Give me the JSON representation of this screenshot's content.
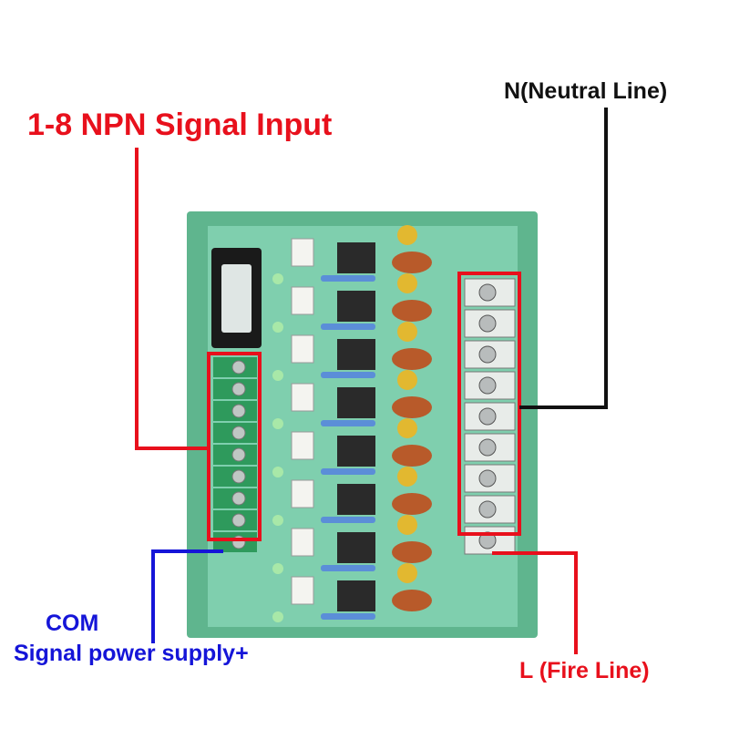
{
  "labels": {
    "signal_input": "1-8 NPN Signal Input",
    "neutral": "N(Neutral Line)",
    "com": "COM",
    "signal_power": "Signal power supply+",
    "fire": "L (Fire Line)"
  },
  "colors": {
    "board": "#7fcfae",
    "rail": "#5fb58e",
    "highlight_red": "#e8101c",
    "neutral_line": "#111111",
    "com_line": "#1515d8"
  },
  "components": {
    "input_terminals": 9,
    "output_terminals": 9,
    "channels": 8
  }
}
